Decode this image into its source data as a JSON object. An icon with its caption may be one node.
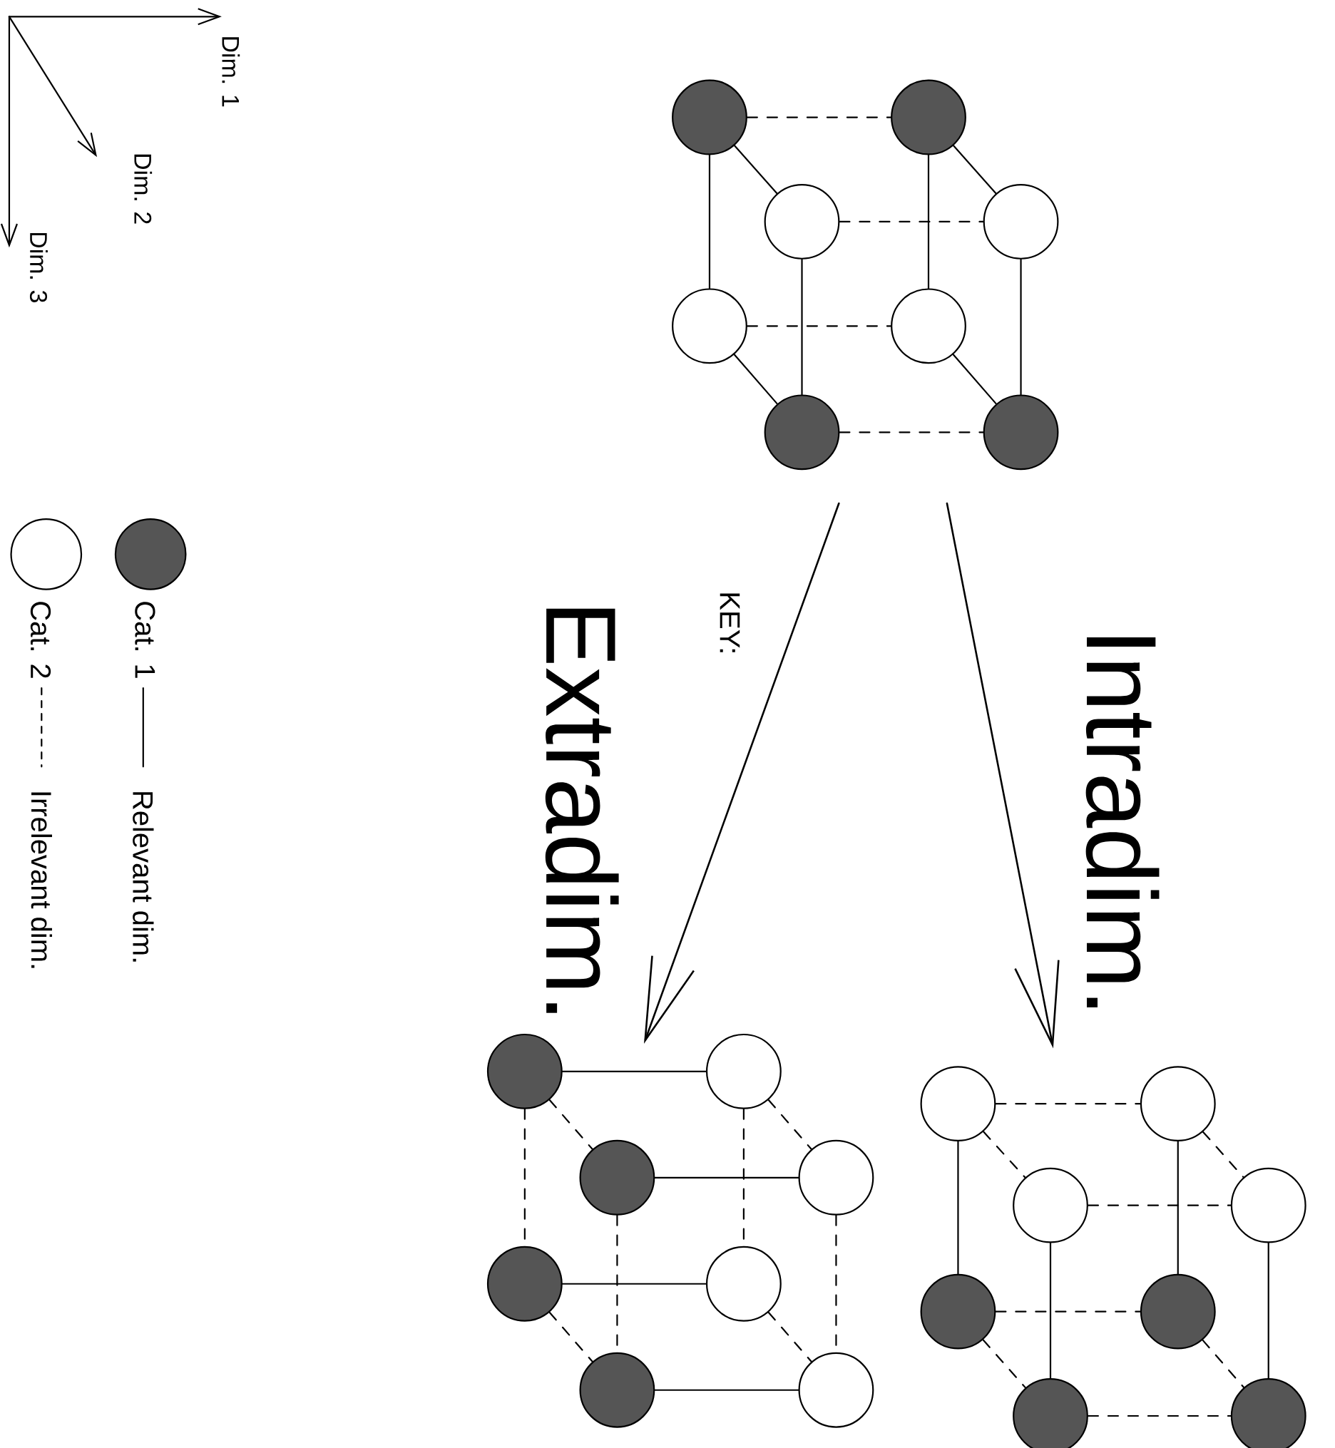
{
  "diagram": {
    "nodes": [
      {
        "text": [],
        "shape": "dot"
      },
      {
        "text": [],
        "shape": "dot"
      },
      {
        "text": [],
        "shape": "circle"
      },
      {
        "text": [],
        "shape": "circle"
      },
      {
        "text": [],
        "shape": "circle"
      },
      {
        "text": [],
        "shape": "circle"
      },
      {
        "text": [],
        "shape": "dot"
      },
      {
        "text": [],
        "shape": "dot"
      },
      {
        "text": [],
        "shape": "dot"
      },
      {
        "text": [],
        "shape": "circle"
      },
      {
        "text": [],
        "shape": "dot"
      },
      {
        "text": [],
        "shape": "circle"
      },
      {
        "text": [],
        "shape": "dot"
      },
      {
        "text": [],
        "shape": "circle"
      },
      {
        "text": [],
        "shape": "dot"
      },
      {
        "text": [],
        "shape": "circle"
      },
      {
        "text": [],
        "shape": "circle"
      },
      {
        "text": [],
        "shape": "circle"
      },
      {
        "text": [],
        "shape": "circle"
      },
      {
        "text": [],
        "shape": "circle"
      },
      {
        "text": [],
        "shape": "dot"
      },
      {
        "text": [],
        "shape": "dot"
      },
      {
        "text": [],
        "shape": "dot"
      },
      {
        "text": [],
        "shape": "dot"
      }
    ],
    "edges": [
      {
        "from": 0,
        "to": 1,
        "arrow": "none",
        "style": "dashed"
      },
      {
        "from": 2,
        "to": 3,
        "arrow": "none",
        "style": "dashed"
      },
      {
        "from": 4,
        "to": 5,
        "arrow": "none",
        "style": "dashed"
      },
      {
        "from": 6,
        "to": 7,
        "arrow": "none",
        "style": "dashed"
      },
      {
        "from": 0,
        "to": 4,
        "arrow": "none"
      },
      {
        "from": 1,
        "to": 5,
        "arrow": "none"
      },
      {
        "from": 2,
        "to": 6,
        "arrow": "none"
      },
      {
        "from": 3,
        "to": 7,
        "arrow": "none"
      },
      {
        "from": 0,
        "to": 2,
        "arrow": "none"
      },
      {
        "from": 1,
        "to": 3,
        "arrow": "none"
      },
      {
        "from": 4,
        "to": 6,
        "arrow": "none"
      },
      {
        "from": 5,
        "to": 7,
        "arrow": "none"
      },
      {
        "from": 8,
        "to": 9,
        "arrow": "none"
      },
      {
        "from": 10,
        "to": 11,
        "arrow": "none"
      },
      {
        "from": 12,
        "to": 13,
        "arrow": "none"
      },
      {
        "from": 14,
        "to": 15,
        "arrow": "none"
      },
      {
        "from": 8,
        "to": 12,
        "arrow": "none",
        "style": "dashed"
      },
      {
        "from": 9,
        "to": 13,
        "arrow": "none",
        "style": "dashed"
      },
      {
        "from": 10,
        "to": 14,
        "arrow": "none",
        "style": "dashed"
      },
      {
        "from": 11,
        "to": 15,
        "arrow": "none",
        "style": "dashed"
      },
      {
        "from": 8,
        "to": 10,
        "arrow": "none",
        "style": "dashed"
      },
      {
        "from": 9,
        "to": 11,
        "arrow": "none",
        "style": "dashed"
      },
      {
        "from": 12,
        "to": 14,
        "arrow": "none",
        "style": "dashed"
      },
      {
        "from": 13,
        "to": 15,
        "arrow": "none",
        "style": "dashed"
      },
      {
        "from": 16,
        "to": 17,
        "arrow": "none",
        "style": "dashed"
      },
      {
        "from": 18,
        "to": 19,
        "arrow": "none",
        "style": "dashed"
      },
      {
        "from": 20,
        "to": 21,
        "arrow": "none",
        "style": "dashed"
      },
      {
        "from": 22,
        "to": 23,
        "arrow": "none",
        "style": "dashed"
      },
      {
        "from": 16,
        "to": 20,
        "arrow": "none"
      },
      {
        "from": 17,
        "to": 21,
        "arrow": "none"
      },
      {
        "from": 18,
        "to": 22,
        "arrow": "none"
      },
      {
        "from": 19,
        "to": 23,
        "arrow": "none"
      },
      {
        "from": 16,
        "to": 18,
        "arrow": "none",
        "style": "dashed"
      },
      {
        "from": 17,
        "to": 19,
        "arrow": "none",
        "style": "dashed"
      },
      {
        "from": 20,
        "to": 22,
        "arrow": "none",
        "style": "dashed"
      },
      {
        "from": 21,
        "to": 23,
        "arrow": "none",
        "style": "dashed"
      }
    ],
    "labels": [
      "Dim. 1",
      "Dim. 2",
      "Dim. 3",
      "Intradim.",
      "Extradim.",
      "KEY:"
    ],
    "legend": [
      {
        "text": "Cat. 1",
        "color": "#555555"
      },
      {
        "text": "Cat. 2"
      },
      {
        "text": "Relevant dim."
      },
      {
        "text": "Irrelevant dim."
      }
    ]
  }
}
